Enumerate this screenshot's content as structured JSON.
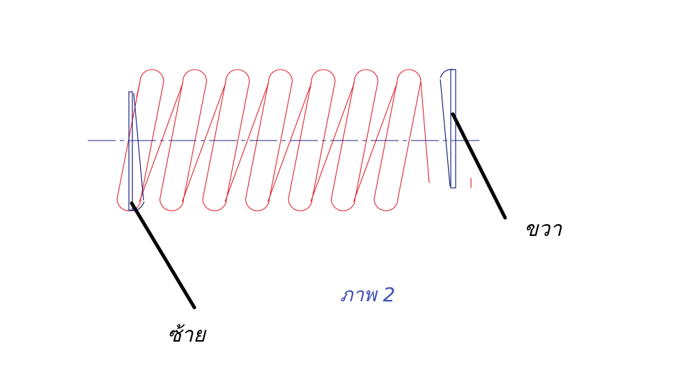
{
  "labels": {
    "right": "ขวา",
    "left": "ซ้าย"
  },
  "caption": "ภาพ 2",
  "colors": {
    "spring": "#e0202a",
    "centerline": "#1a237e",
    "end_plate": "#1a237e",
    "leader": "#000000",
    "caption": "#3f51b5",
    "label": "#000000"
  },
  "spring": {
    "coils": 7
  }
}
